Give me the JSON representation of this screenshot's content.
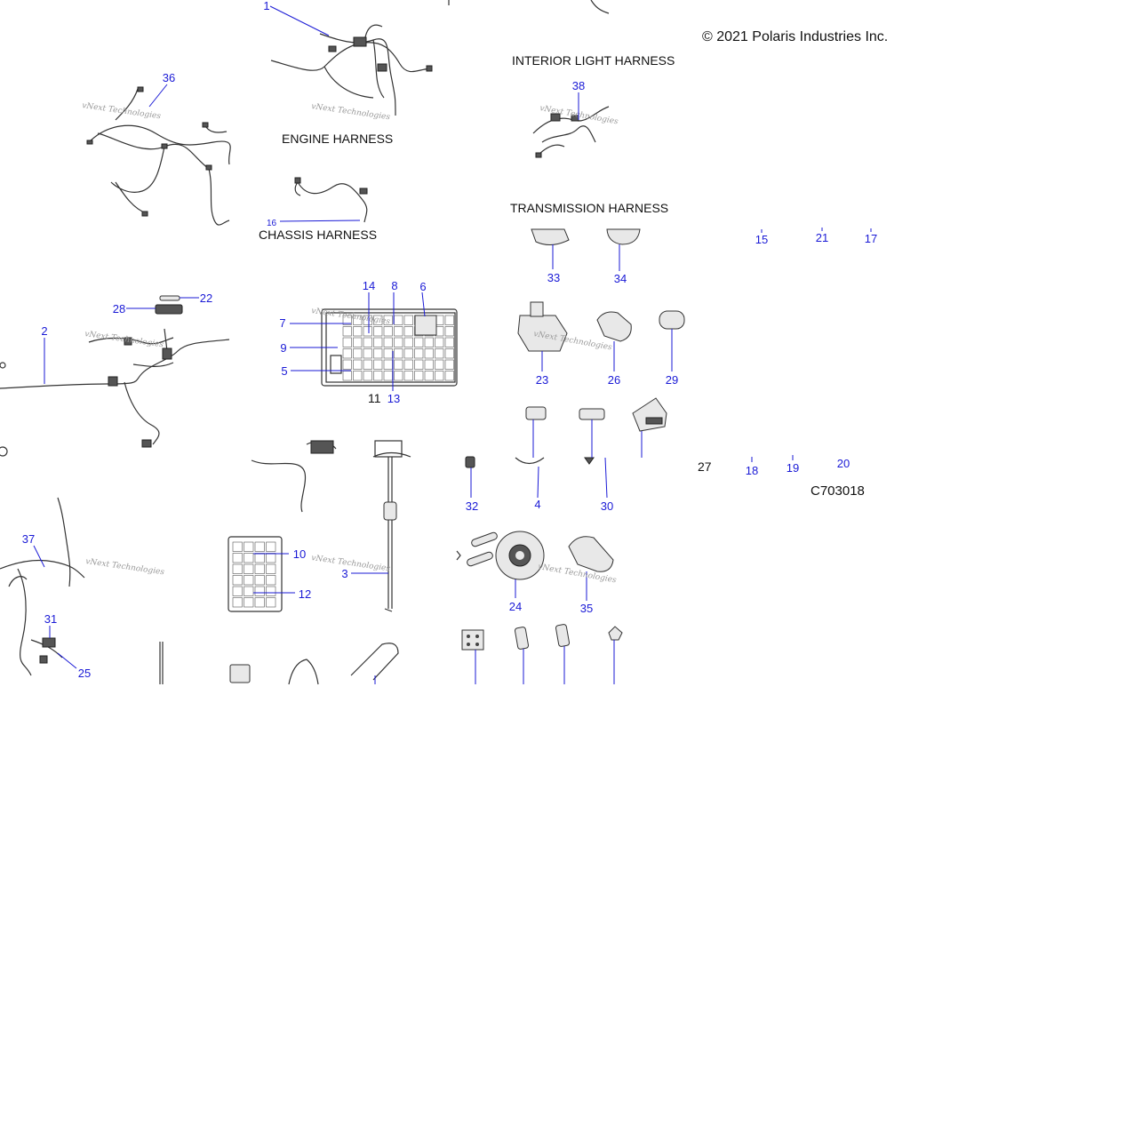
{
  "copyright": "© 2021 Polaris Industries Inc.",
  "diagram_code": "C703018",
  "watermark": "vNext Technologies",
  "section_titles": {
    "engine_harness": "ENGINE HARNESS",
    "chassis_harness": "CHASSIS HARNESS",
    "interior_light_harness": "INTERIOR LIGHT HARNESS",
    "transmission_harness": "TRANSMISSION HARNESS"
  },
  "callouts": {
    "c1": "1",
    "c2": "2",
    "c3": "3",
    "c4": "4",
    "c5": "5",
    "c6": "6",
    "c7": "7",
    "c8": "8",
    "c9": "9",
    "c10": "10",
    "c11": "11",
    "c12": "12",
    "c13": "13",
    "c14": "14",
    "c15": "15",
    "c16": "16",
    "c17": "17",
    "c18": "18",
    "c19": "19",
    "c20": "20",
    "c21": "21",
    "c22": "22",
    "c23": "23",
    "c24": "24",
    "c25": "25",
    "c26": "26",
    "c27": "27",
    "c28": "28",
    "c29": "29",
    "c30": "30",
    "c31": "31",
    "c32": "32",
    "c33": "33",
    "c34": "34",
    "c35": "35",
    "c36": "36",
    "c37": "37",
    "c38": "38"
  },
  "colors": {
    "callout": "#1a1ad6",
    "line": "#333333",
    "text": "#111111"
  }
}
